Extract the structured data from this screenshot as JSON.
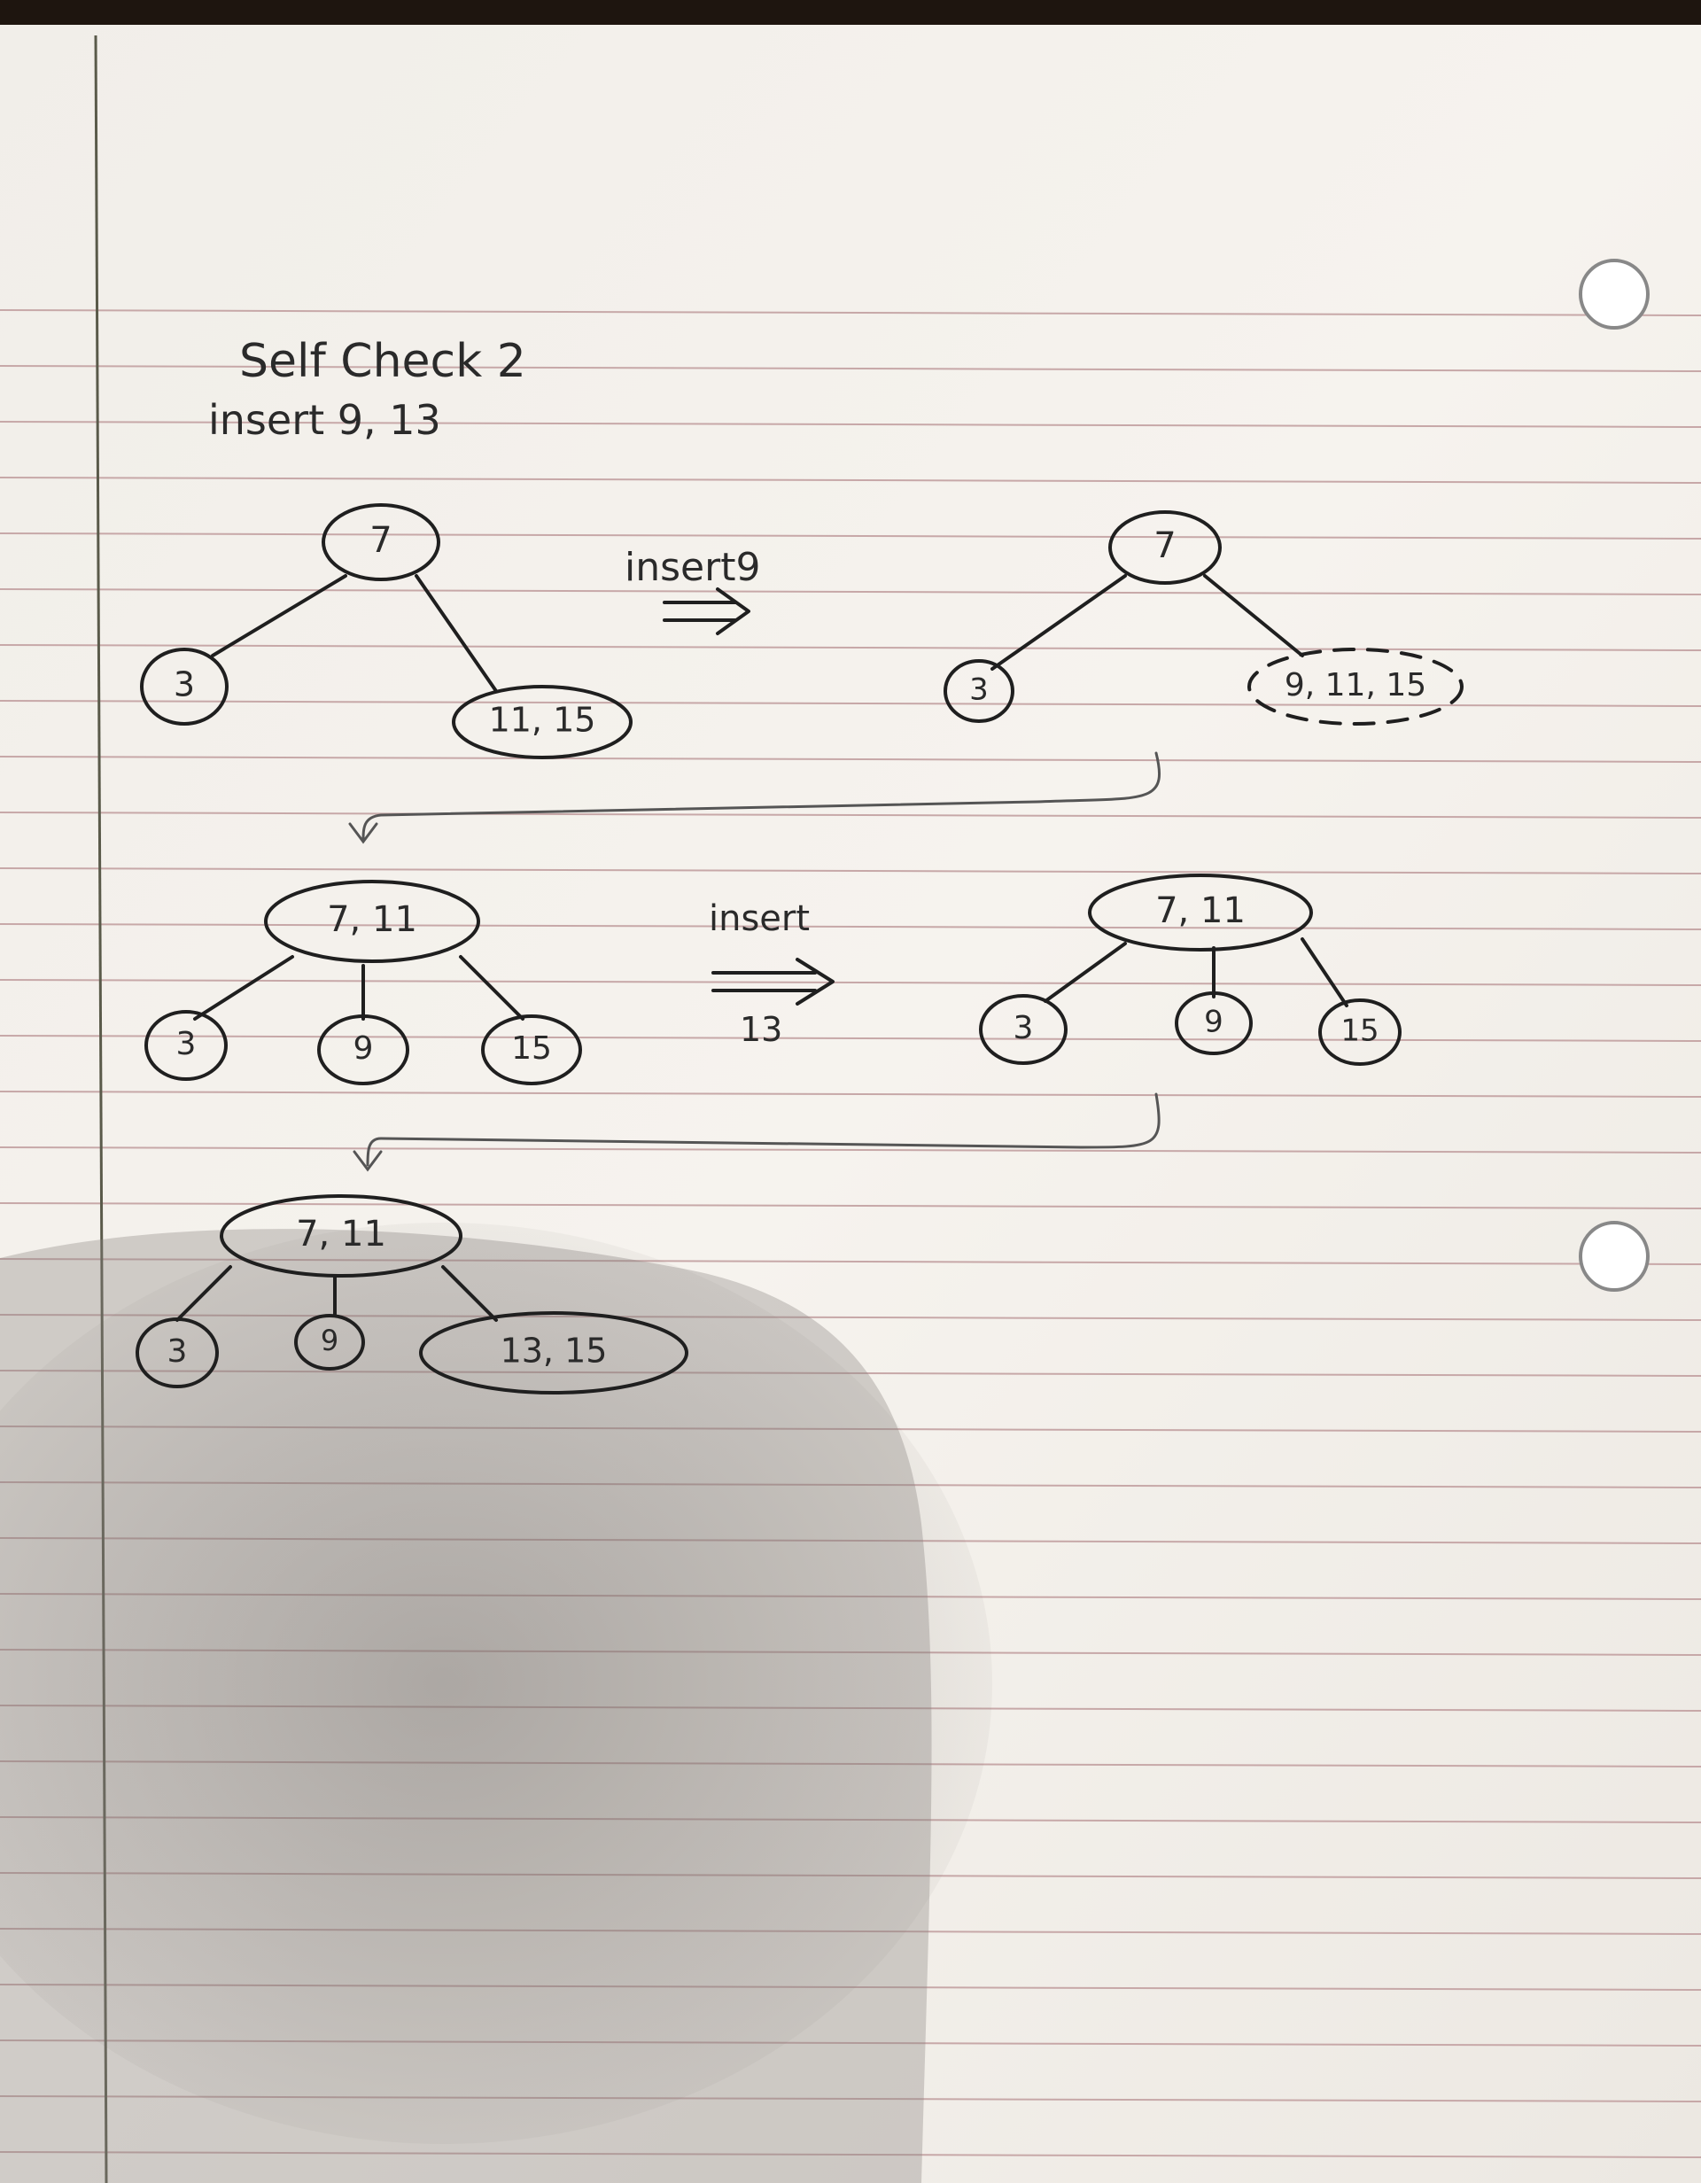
{
  "header": {
    "title": "Self Check 2",
    "subtitle": "insert 9, 13"
  },
  "annotations": {
    "insert_9": "insert9",
    "insert_13_word": "insert",
    "insert_13_number": "13"
  },
  "trees": [
    {
      "id": "step1",
      "root": "7",
      "children": [
        "3",
        "11, 15"
      ]
    },
    {
      "id": "step2",
      "root": "7",
      "children": [
        "3",
        "9, 11, 15"
      ]
    },
    {
      "id": "step3",
      "root": "7, 11",
      "children": [
        "3",
        "9",
        "15"
      ]
    },
    {
      "id": "step4",
      "root": "7, 11",
      "children": [
        "3",
        "9",
        "15"
      ]
    },
    {
      "id": "step5",
      "root": "7, 11",
      "children": [
        "3",
        "9",
        "13, 15"
      ]
    }
  ]
}
